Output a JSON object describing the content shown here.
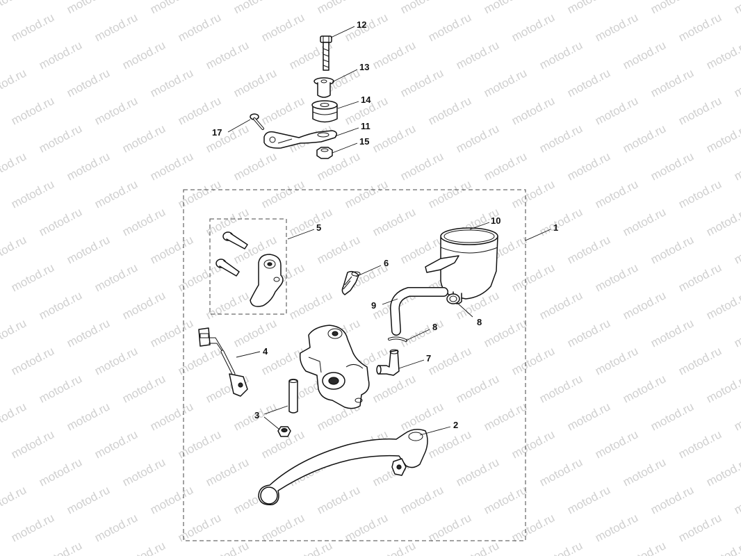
{
  "watermark": {
    "text": "motod.ru"
  },
  "callouts": [
    {
      "id": "c12",
      "label": "12"
    },
    {
      "id": "c13",
      "label": "13"
    },
    {
      "id": "c14",
      "label": "14"
    },
    {
      "id": "c17",
      "label": "17"
    },
    {
      "id": "c11",
      "label": "11"
    },
    {
      "id": "c15",
      "label": "15"
    },
    {
      "id": "c10",
      "label": "10"
    },
    {
      "id": "c1",
      "label": "1"
    },
    {
      "id": "c5",
      "label": "5"
    },
    {
      "id": "c6",
      "label": "6"
    },
    {
      "id": "c9",
      "label": "9"
    },
    {
      "id": "c8a",
      "label": "8"
    },
    {
      "id": "c8b",
      "label": "8"
    },
    {
      "id": "c7",
      "label": "7"
    },
    {
      "id": "c4",
      "label": "4"
    },
    {
      "id": "c3",
      "label": "3"
    },
    {
      "id": "c2",
      "label": "2"
    }
  ]
}
